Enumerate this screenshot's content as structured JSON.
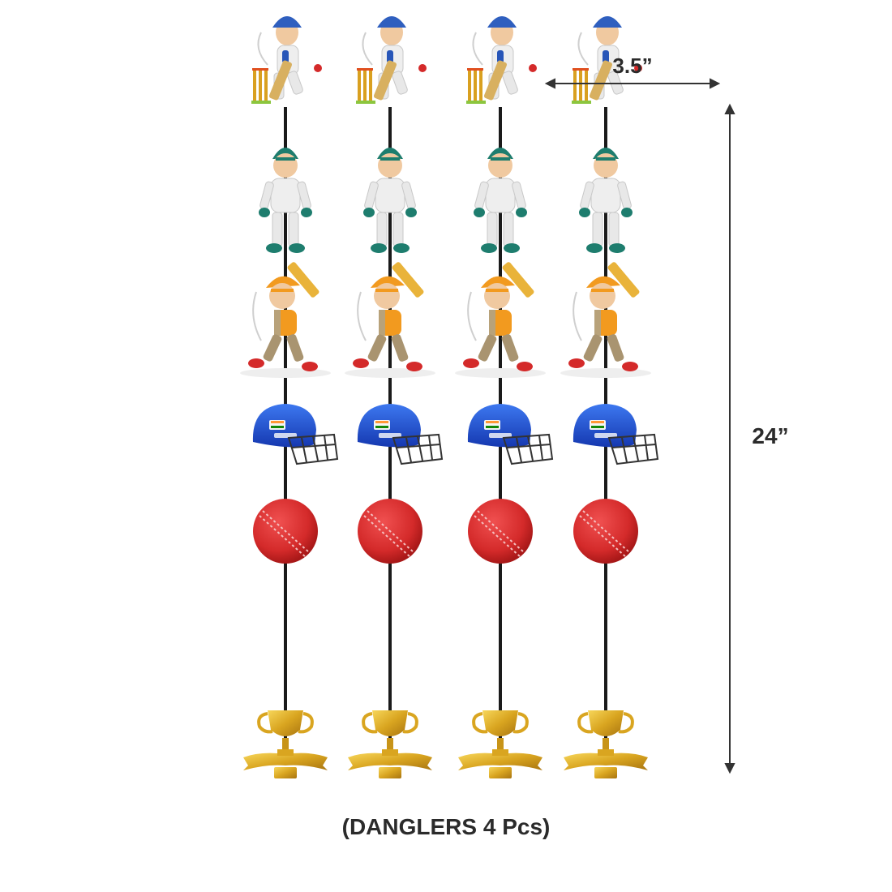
{
  "dimensions": {
    "width_label": "3.5”",
    "height_label": "24”"
  },
  "caption": "(DANGLERS 4 Pcs)",
  "dangler": {
    "count": 4,
    "items": [
      {
        "name": "batsman-keeper-icon"
      },
      {
        "name": "wicket-keeper-icon"
      },
      {
        "name": "batsman-orange-icon"
      },
      {
        "name": "cricket-helmet-icon"
      },
      {
        "name": "cricket-ball-icon"
      },
      {
        "name": "trophy-icon"
      }
    ]
  },
  "colors": {
    "string": "#1a1a1a",
    "arrow": "#333333",
    "ball_red": "#d42a2a",
    "helmet_blue": "#1f4fd8",
    "trophy_gold": "#d9a520",
    "cap_blue": "#2856b8",
    "cap_green": "#1e7d6e",
    "orange_kit": "#f29a1f"
  }
}
